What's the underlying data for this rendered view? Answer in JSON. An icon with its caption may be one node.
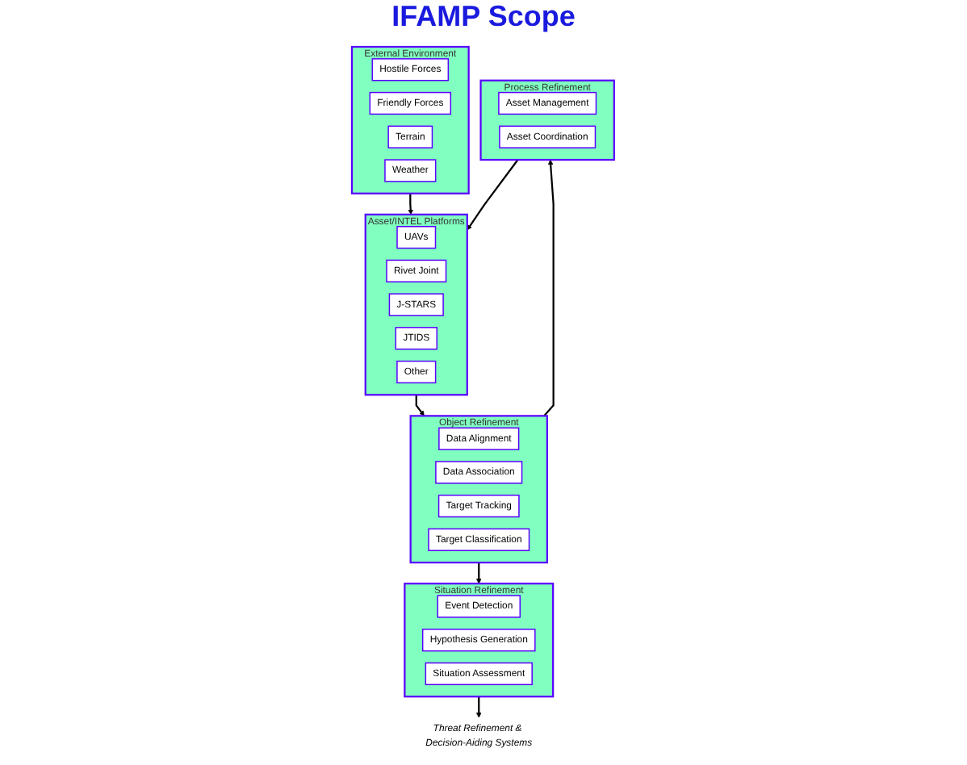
{
  "diagram": {
    "nodes": [
      {
        "text": [
          "External Environment"
        ]
      },
      {
        "text": [
          "Hostile Forces"
        ],
        "in": 0
      },
      {
        "text": [
          "Friendly Forces"
        ],
        "in": 0
      },
      {
        "text": [
          "Terrain"
        ],
        "in": 0
      },
      {
        "text": [
          "Weather"
        ],
        "in": 0
      },
      {
        "text": [
          "Asset/INTEL Platforms"
        ]
      },
      {
        "text": [
          "UAVs"
        ],
        "in": 5
      },
      {
        "text": [
          "Rivet Joint"
        ],
        "in": 5
      },
      {
        "text": [
          "J-STARS"
        ],
        "in": 5
      },
      {
        "text": [
          "JTIDS"
        ],
        "in": 5
      },
      {
        "text": [
          "Other"
        ],
        "in": 5
      },
      {
        "text": [
          "Object Refinement"
        ]
      },
      {
        "text": [
          "Data Alignment"
        ],
        "in": 11
      },
      {
        "text": [
          "Data Association"
        ],
        "in": 11
      },
      {
        "text": [
          "Target Tracking"
        ],
        "in": 11
      },
      {
        "text": [
          "Target Classification"
        ],
        "in": 11
      },
      {
        "text": [
          "Situation Refinement"
        ]
      },
      {
        "text": [
          "Event Detection"
        ],
        "in": 16
      },
      {
        "text": [
          "Hypothesis Generation"
        ],
        "in": 16
      },
      {
        "text": [
          "Situation Assessment"
        ],
        "in": 16
      },
      {
        "text": [
          "Process Refinement"
        ]
      },
      {
        "text": [
          "Asset Management"
        ],
        "in": 20
      },
      {
        "text": [
          "Asset Coordination"
        ],
        "in": 20
      },
      {
        "text": [
          "Threat Refinement & Decision-Aiding Systems"
        ]
      }
    ],
    "edges": [
      {
        "from": 0,
        "to": 5,
        "arrow": "to"
      },
      {
        "from": 5,
        "to": 11,
        "arrow": "to"
      },
      {
        "from": 11,
        "to": 16,
        "arrow": "to"
      },
      {
        "from": 11,
        "to": 20,
        "arrow": "to"
      },
      {
        "from": 20,
        "to": 5,
        "arrow": "to"
      },
      {
        "from": 16,
        "to": 23,
        "arrow": "to"
      }
    ],
    "labels": [
      "IFAMP Scope"
    ]
  }
}
